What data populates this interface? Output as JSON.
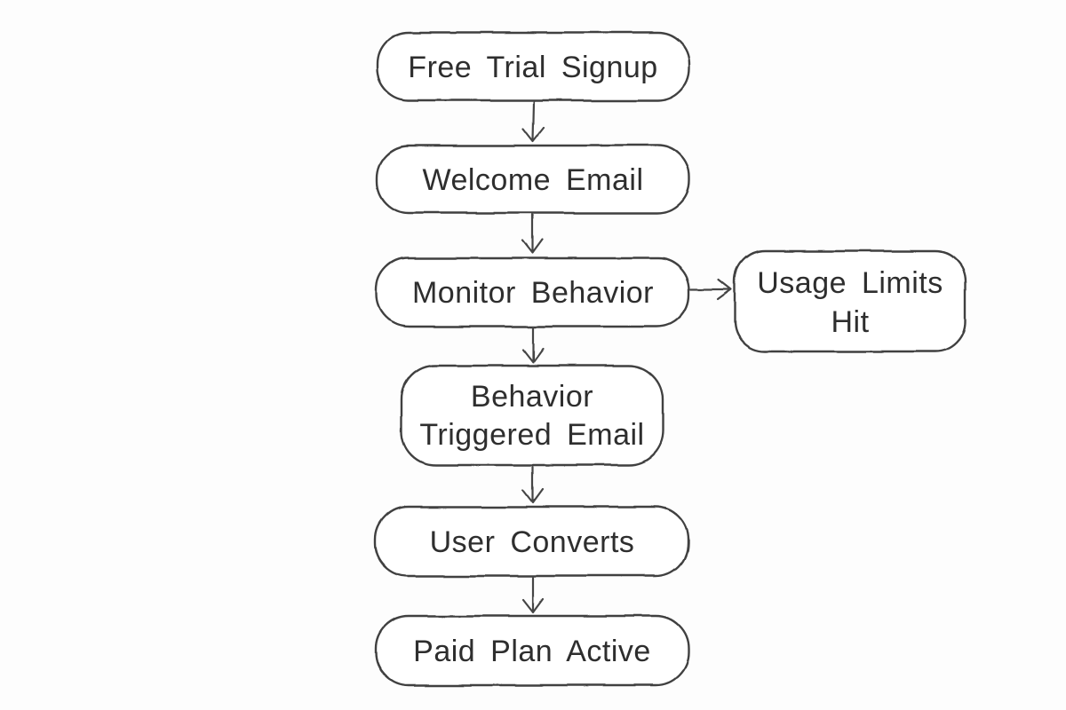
{
  "page": {
    "background_color": "#fdfdfd"
  },
  "diagram": {
    "type": "flowchart",
    "style": {
      "look": "hand-drawn",
      "stroke_color": "#3f3f3f",
      "arrow_color": "#444444",
      "node_fill_color": "#ffffff",
      "text_color": "#2e2e2e"
    },
    "nodes": [
      {
        "id": "free-trial-signup",
        "label": "Free Trial Signup",
        "lines": [
          "Free Trial Signup"
        ]
      },
      {
        "id": "welcome-email",
        "label": "Welcome Email",
        "lines": [
          "Welcome Email"
        ]
      },
      {
        "id": "monitor-behavior",
        "label": "Monitor Behavior",
        "lines": [
          "Monitor Behavior"
        ]
      },
      {
        "id": "usage-limits-hit",
        "label": "Usage Limits Hit",
        "lines": [
          "Usage Limits",
          "Hit"
        ]
      },
      {
        "id": "behavior-triggered-email",
        "label": "Behavior Triggered Email",
        "lines": [
          "Behavior",
          "Triggered Email"
        ]
      },
      {
        "id": "user-converts",
        "label": "User Converts",
        "lines": [
          "User Converts"
        ]
      },
      {
        "id": "paid-plan-active",
        "label": "Paid Plan Active",
        "lines": [
          "Paid Plan Active"
        ]
      }
    ],
    "edges": [
      {
        "from": "free-trial-signup",
        "to": "welcome-email",
        "direction": "down"
      },
      {
        "from": "welcome-email",
        "to": "monitor-behavior",
        "direction": "down"
      },
      {
        "from": "monitor-behavior",
        "to": "usage-limits-hit",
        "direction": "right"
      },
      {
        "from": "monitor-behavior",
        "to": "behavior-triggered-email",
        "direction": "down"
      },
      {
        "from": "behavior-triggered-email",
        "to": "user-converts",
        "direction": "down"
      },
      {
        "from": "user-converts",
        "to": "paid-plan-active",
        "direction": "down"
      }
    ]
  }
}
